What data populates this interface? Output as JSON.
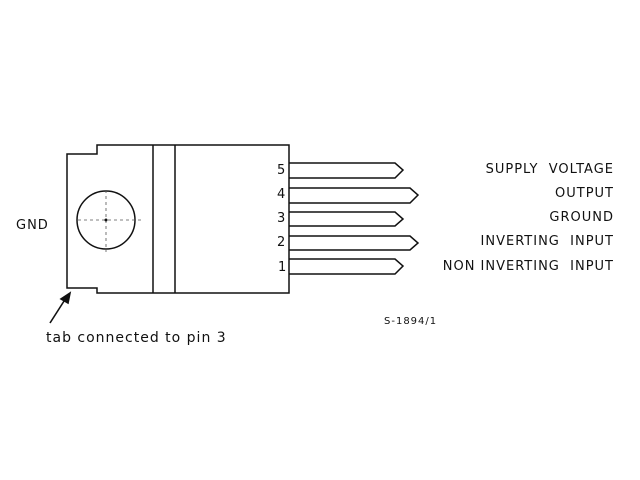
{
  "diagram": {
    "package_label": "GND",
    "tab_note": "tab connected to pin 3",
    "reference_code": "S-1894/1",
    "pins": [
      {
        "number": "5",
        "name": "SUPPLY  VOLTAGE"
      },
      {
        "number": "4",
        "name": "OUTPUT"
      },
      {
        "number": "3",
        "name": "GROUND"
      },
      {
        "number": "2",
        "name": "INVERTING  INPUT"
      },
      {
        "number": "1",
        "name": "NON INVERTING  INPUT"
      }
    ]
  }
}
